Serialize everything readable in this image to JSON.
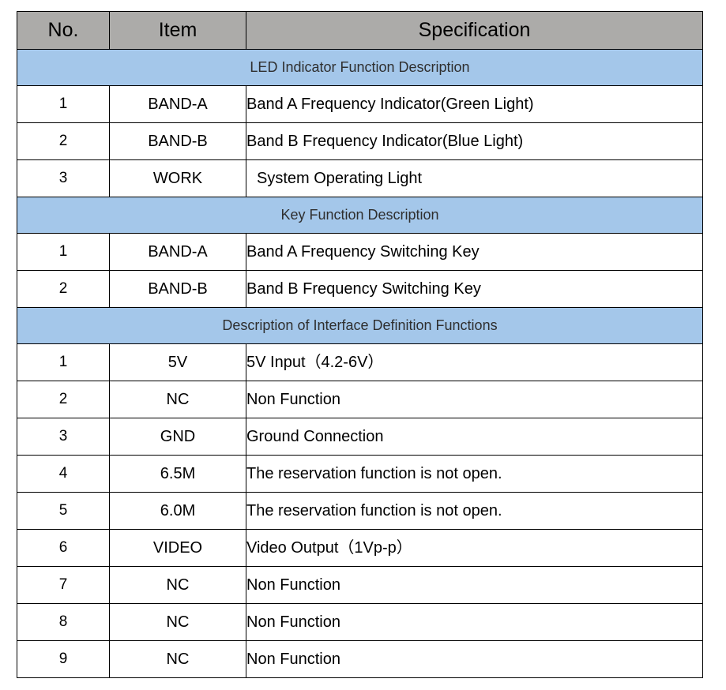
{
  "table": {
    "columns": [
      {
        "key": "no",
        "label": "No."
      },
      {
        "key": "item",
        "label": "Item"
      },
      {
        "key": "spec",
        "label": "Specification"
      }
    ],
    "colors": {
      "header_background": "#ACABA9",
      "section_background": "#A4C7EA",
      "section_text": "#2F2F2F",
      "border": "#000000",
      "cell_background": "#FFFFFF",
      "text": "#000000"
    },
    "sections": [
      {
        "title": "LED Indicator Function Description",
        "rows": [
          {
            "no": "1",
            "item": "BAND-A",
            "spec": "Band A Frequency Indicator(Green Light)"
          },
          {
            "no": "2",
            "item": "BAND-B",
            "spec": "Band B Frequency Indicator(Blue Light)"
          },
          {
            "no": "3",
            "item": "WORK",
            "spec": "System Operating Light"
          }
        ]
      },
      {
        "title": "Key Function Description",
        "rows": [
          {
            "no": "1",
            "item": "BAND-A",
            "spec": "Band A Frequency Switching Key"
          },
          {
            "no": "2",
            "item": "BAND-B",
            "spec": "Band B Frequency Switching Key"
          }
        ]
      },
      {
        "title": "Description of Interface Definition Functions",
        "rows": [
          {
            "no": "1",
            "item": "5V",
            "spec": "5V Input（4.2-6V）"
          },
          {
            "no": "2",
            "item": "NC",
            "spec": "Non Function"
          },
          {
            "no": "3",
            "item": "GND",
            "spec": "Ground Connection"
          },
          {
            "no": "4",
            "item": "6.5M",
            "spec": "The reservation function is not open."
          },
          {
            "no": "5",
            "item": "6.0M",
            "spec": "The reservation function is not open."
          },
          {
            "no": "6",
            "item": "VIDEO",
            "spec": "Video Output（1Vp-p）"
          },
          {
            "no": "7",
            "item": "NC",
            "spec": "Non Function"
          },
          {
            "no": "8",
            "item": "NC",
            "spec": "Non Function"
          },
          {
            "no": "9",
            "item": "NC",
            "spec": "Non Function"
          }
        ]
      }
    ]
  }
}
